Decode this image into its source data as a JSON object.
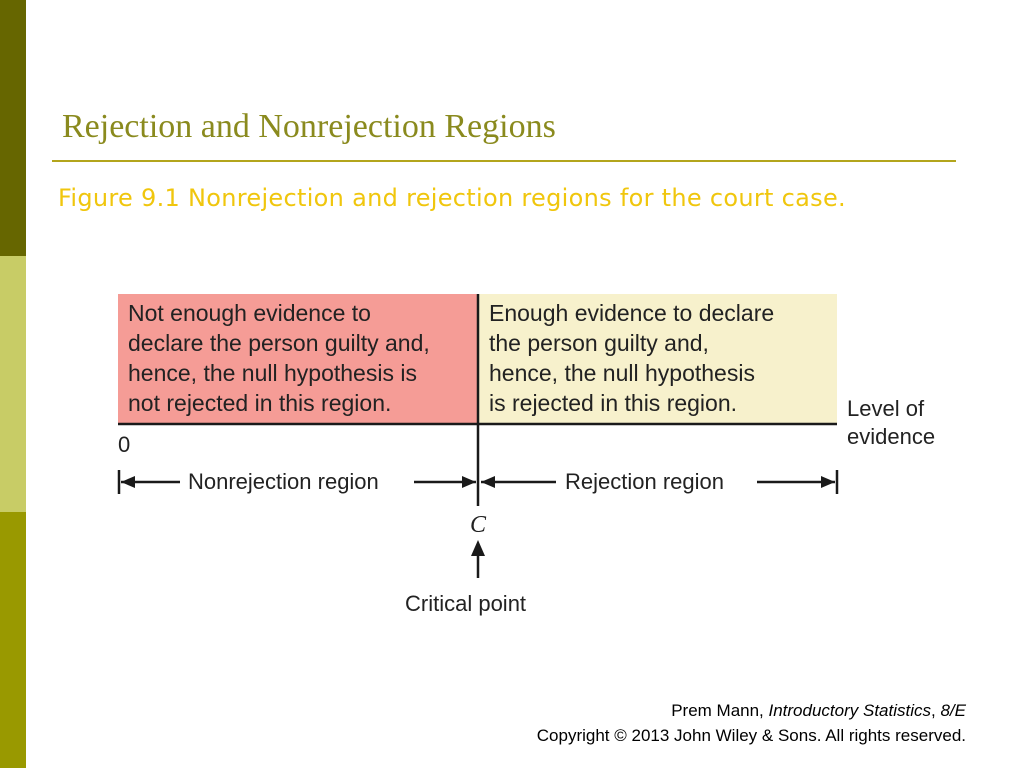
{
  "slide": {
    "title": "Rejection and Nonrejection Regions",
    "caption": "Figure 9.1 Nonrejection and rejection regions for the court case."
  },
  "colors": {
    "sidebar_top": "#666600",
    "sidebar_mid": "#c8cc66",
    "sidebar_bot": "#999900",
    "title_rule": "#b3a51c",
    "caption_text": "#f0c60d",
    "nonrejection_fill": "#f59c96",
    "rejection_fill": "#f7f1cc",
    "line": "#1a1a1a"
  },
  "diagram": {
    "nonrejection_text": "Not enough evidence to\ndeclare the person guilty and,\nhence, the null hypothesis is\nnot rejected in this region.",
    "rejection_text": "Enough evidence to declare\nthe person guilty and,\nhence, the null hypothesis\nis rejected in this region.",
    "axis_origin_label": "0",
    "axis_end_label": "Level of\nevidence",
    "nonrejection_region_label": "Nonrejection region",
    "rejection_region_label": "Rejection region",
    "critical_value_symbol": "C",
    "critical_point_label": "Critical point"
  },
  "footer": {
    "author": "Prem Mann, ",
    "book": "Introductory Statistics",
    "sep": ", ",
    "edition": "8/E",
    "copyright": "Copyright © 2013 John Wiley & Sons. All rights reserved."
  }
}
